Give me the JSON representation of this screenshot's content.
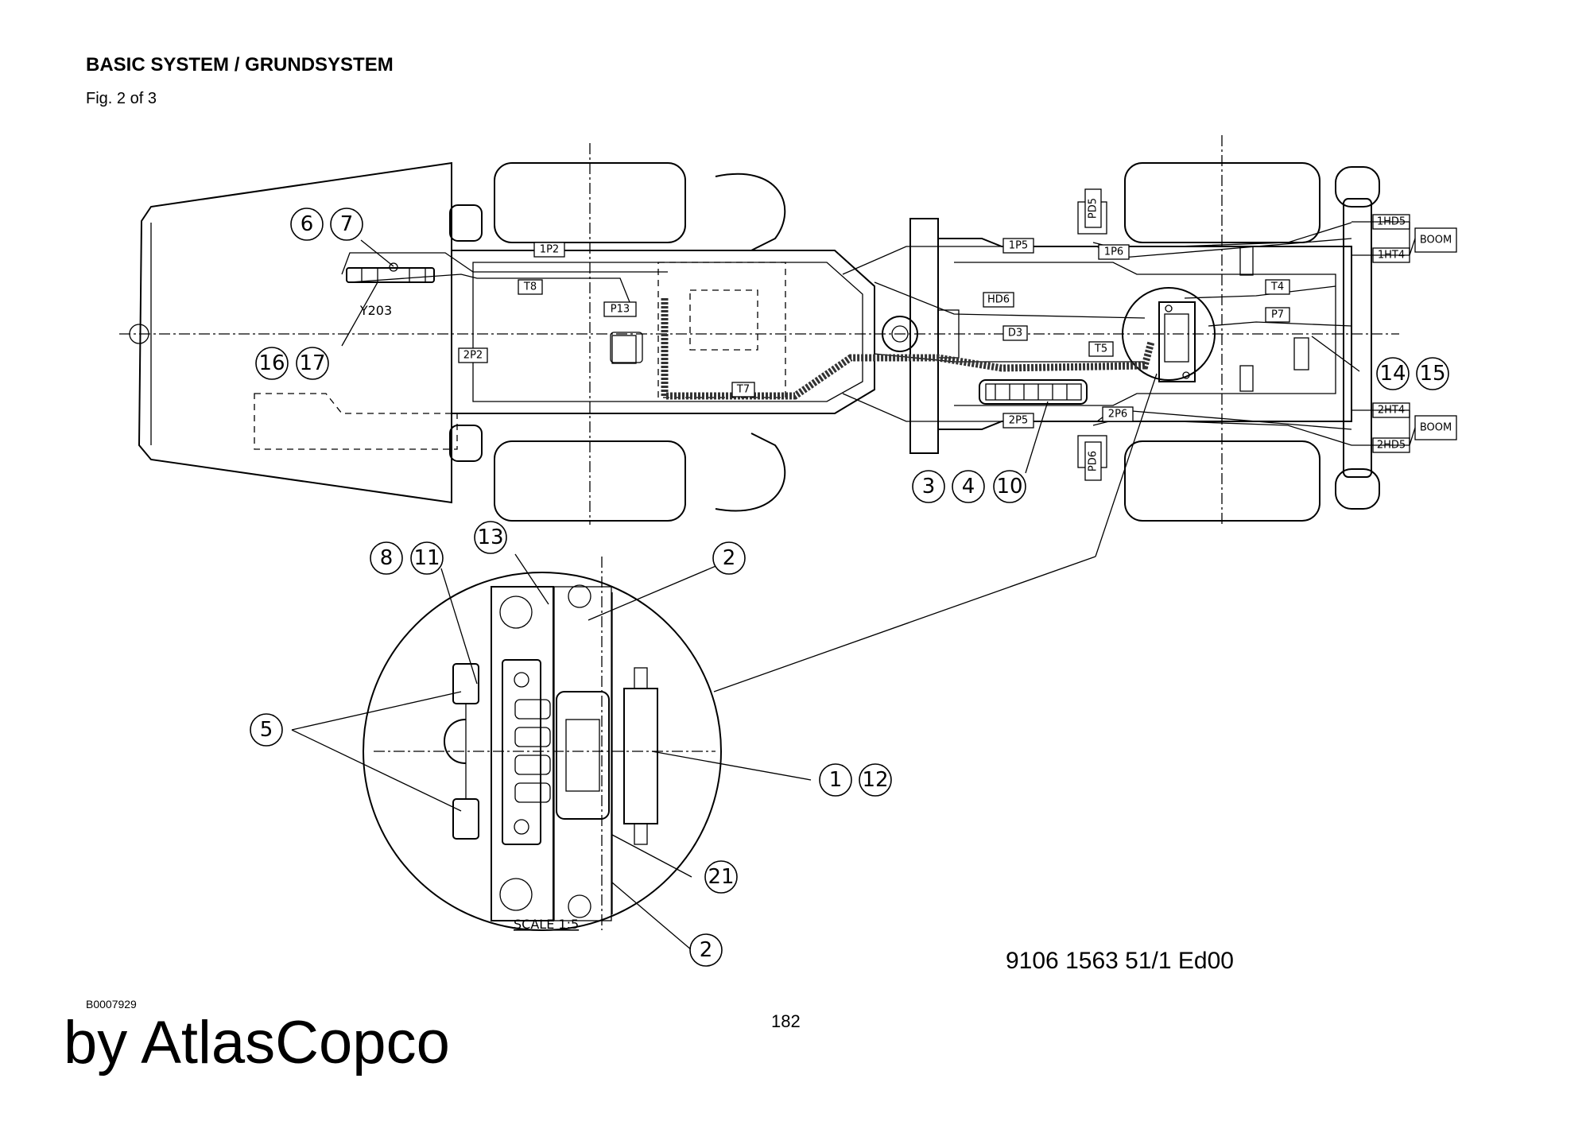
{
  "header": {
    "title": "BASIC SYSTEM / GRUNDSYSTEM",
    "subtitle": "Fig. 2 of 3"
  },
  "footer": {
    "doc_number": "9106 1563 51/1  Ed00",
    "code": "B0007929",
    "page_number": "182",
    "brand": "by AtlasCopco"
  },
  "diagram": {
    "hose_labels": [
      "1P2",
      "T8",
      "P13",
      "2P2",
      "T7",
      "1P5",
      "1P6",
      "HD6",
      "D3",
      "T5",
      "2P5",
      "2P6",
      "T4",
      "P7",
      "1HD5",
      "1HT4",
      "2HT4",
      "2HD5"
    ],
    "rotated_labels": [
      "PD5",
      "PD6"
    ],
    "component_labels": {
      "valve": "Y203",
      "boom_upper": "BOOM",
      "boom_lower": "BOOM"
    },
    "detail_scale": "SCALE 1:5",
    "balloons": [
      "6",
      "7",
      "16",
      "17",
      "3",
      "4",
      "10",
      "14",
      "15",
      "8",
      "11",
      "13",
      "2",
      "5",
      "1",
      "12",
      "21",
      "2"
    ]
  }
}
